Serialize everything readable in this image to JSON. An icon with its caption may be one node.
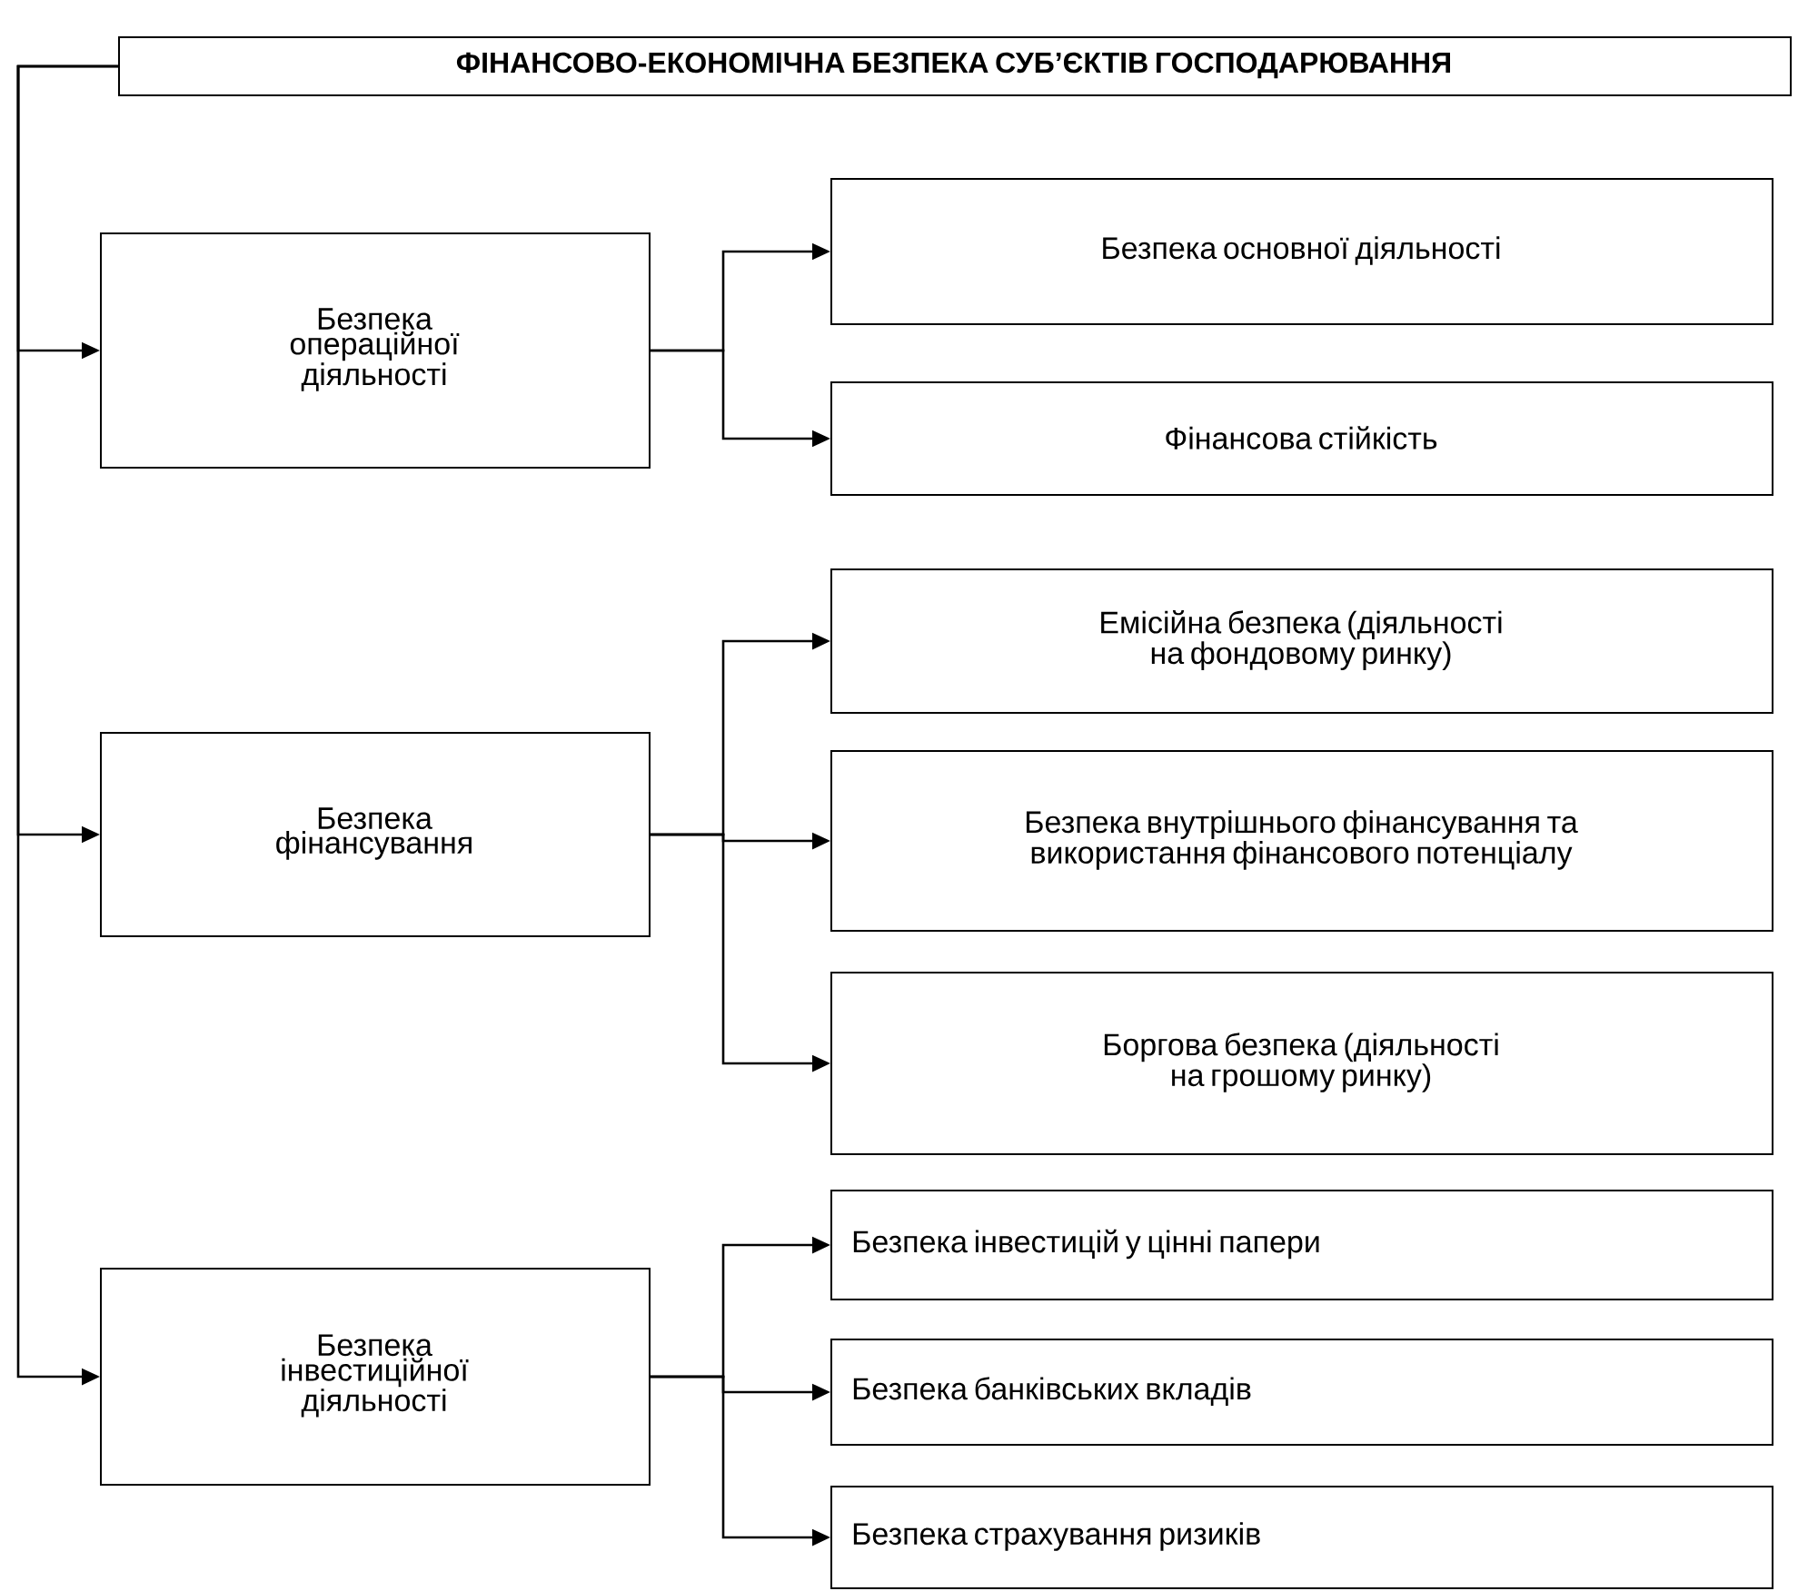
{
  "diagram": {
    "nodes": [
      {
        "text": [
          "ФІНАНСОВО-ЕКОНОМІЧНА БЕЗПЕКА СУБ’ЄКТІВ ГОСПОДАРЮВАННЯ"
        ]
      },
      {
        "text": [
          "Безпека операційної діяльності"
        ]
      },
      {
        "text": [
          "Безпека основної діяльності"
        ]
      },
      {
        "text": [
          "Фінансова стійкість"
        ]
      },
      {
        "text": [
          "Безпека фінансування"
        ]
      },
      {
        "text": [
          "Емісійна безпека (діяльності на фондовому ринку)"
        ]
      },
      {
        "text": [
          "Безпека внутрішнього фінансування та використання фінансового потенціалу"
        ]
      },
      {
        "text": [
          "Боргова безпека (діяльності на грошому ринку)"
        ]
      },
      {
        "text": [
          "Безпека інвестиційної діяльності"
        ]
      },
      {
        "text": [
          "Безпека інвестицій у цінні папери"
        ]
      },
      {
        "text": [
          "Безпека банківських вкладів"
        ]
      },
      {
        "text": [
          "Безпека страхування ризиків"
        ]
      }
    ],
    "edges": [
      {
        "from": 0,
        "to": 1,
        "arrow": "to"
      },
      {
        "from": 0,
        "to": 4,
        "arrow": "to"
      },
      {
        "from": 0,
        "to": 8,
        "arrow": "to"
      },
      {
        "from": 1,
        "to": 2,
        "arrow": "to"
      },
      {
        "from": 1,
        "to": 3,
        "arrow": "to"
      },
      {
        "from": 4,
        "to": 5,
        "arrow": "to"
      },
      {
        "from": 4,
        "to": 6,
        "arrow": "to"
      },
      {
        "from": 4,
        "to": 7,
        "arrow": "to"
      },
      {
        "from": 8,
        "to": 9,
        "arrow": "to"
      },
      {
        "from": 8,
        "to": 10,
        "arrow": "to"
      },
      {
        "from": 8,
        "to": 11,
        "arrow": "to"
      }
    ]
  }
}
